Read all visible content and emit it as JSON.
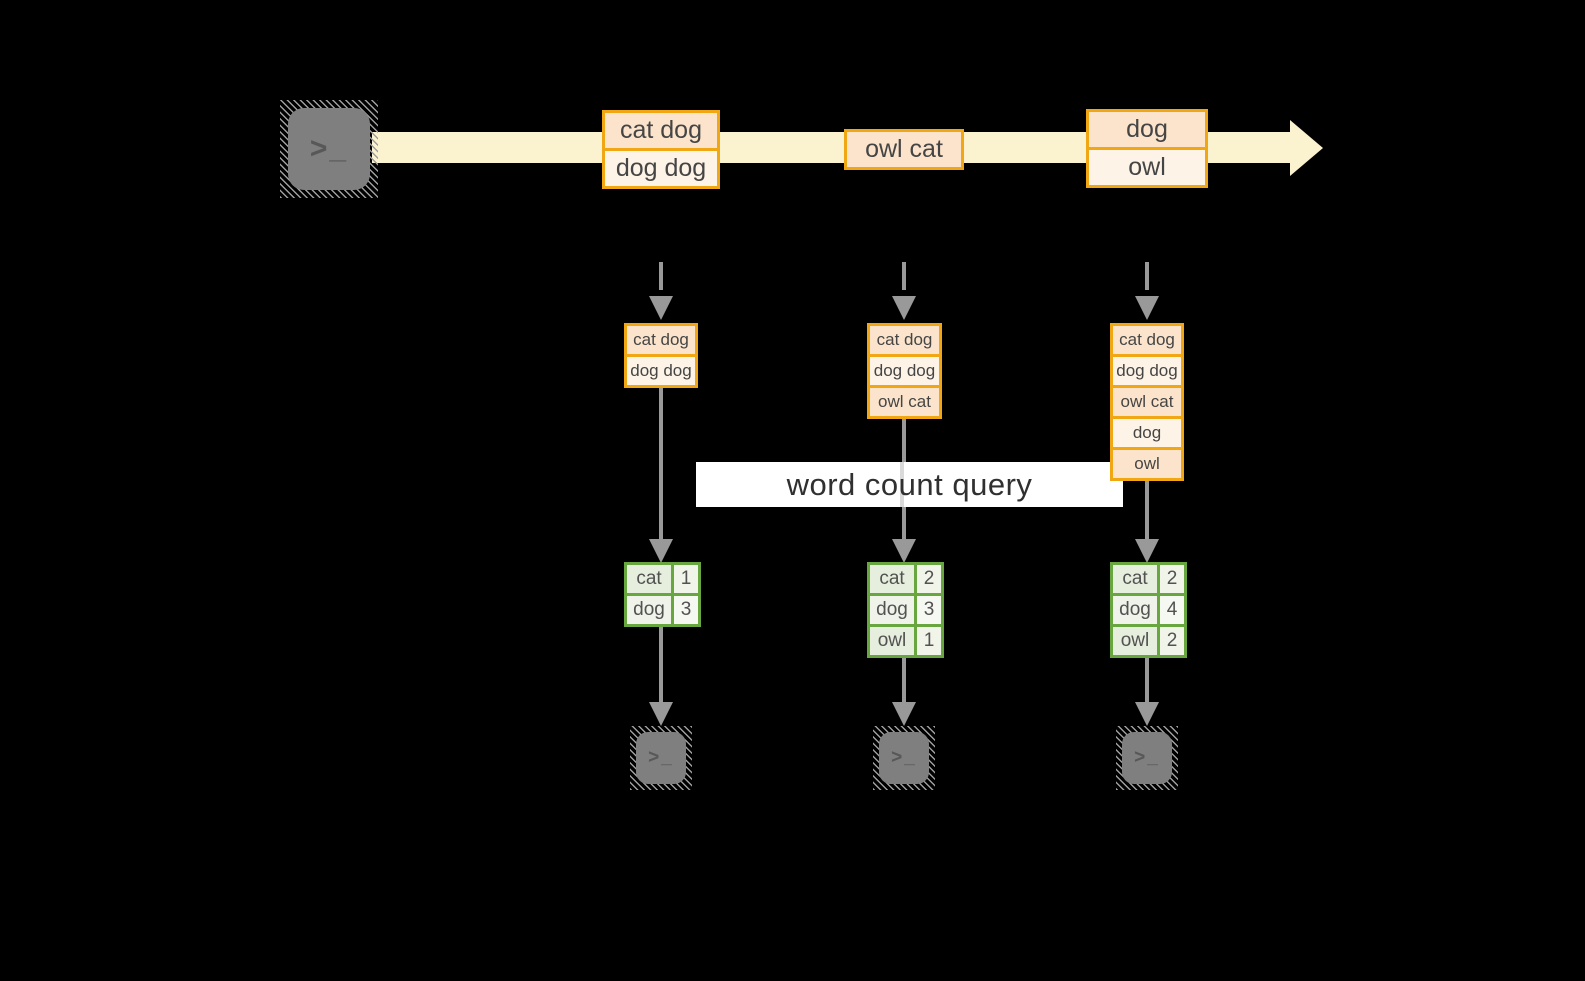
{
  "title": "streaming word count query diagram",
  "colors": {
    "background": "#000000",
    "stream_band": "#fbf2cf",
    "box_border_gold": "#f0a713",
    "box_fill_peach": "#fbe4cb",
    "box_fill_cream": "#fdf3e6",
    "table_border_green": "#68a73f",
    "table_cell_green": "#e6eedd",
    "connector_gray": "#999999",
    "terminal_gray": "#7f7f7f",
    "banner_background": "#ffffff"
  },
  "source_terminal": {
    "glyph": ">_"
  },
  "stream_boxes": [
    {
      "rows": [
        "cat dog",
        "dog dog"
      ]
    },
    {
      "rows": [
        "owl cat"
      ]
    },
    {
      "rows": [
        "dog",
        "owl"
      ]
    }
  ],
  "query_label": "word count query",
  "columns": [
    {
      "window": [
        "cat dog",
        "dog dog"
      ],
      "counts": [
        {
          "word": "cat",
          "count": "1"
        },
        {
          "word": "dog",
          "count": "3"
        }
      ],
      "terminal_glyph": ">_"
    },
    {
      "window": [
        "cat dog",
        "dog dog",
        "owl cat"
      ],
      "counts": [
        {
          "word": "cat",
          "count": "2"
        },
        {
          "word": "dog",
          "count": "3"
        },
        {
          "word": "owl",
          "count": "1"
        }
      ],
      "terminal_glyph": ">_"
    },
    {
      "window": [
        "cat dog",
        "dog dog",
        "owl cat",
        "dog",
        "owl"
      ],
      "counts": [
        {
          "word": "cat",
          "count": "2"
        },
        {
          "word": "dog",
          "count": "4"
        },
        {
          "word": "owl",
          "count": "2"
        }
      ],
      "terminal_glyph": ">_"
    }
  ]
}
